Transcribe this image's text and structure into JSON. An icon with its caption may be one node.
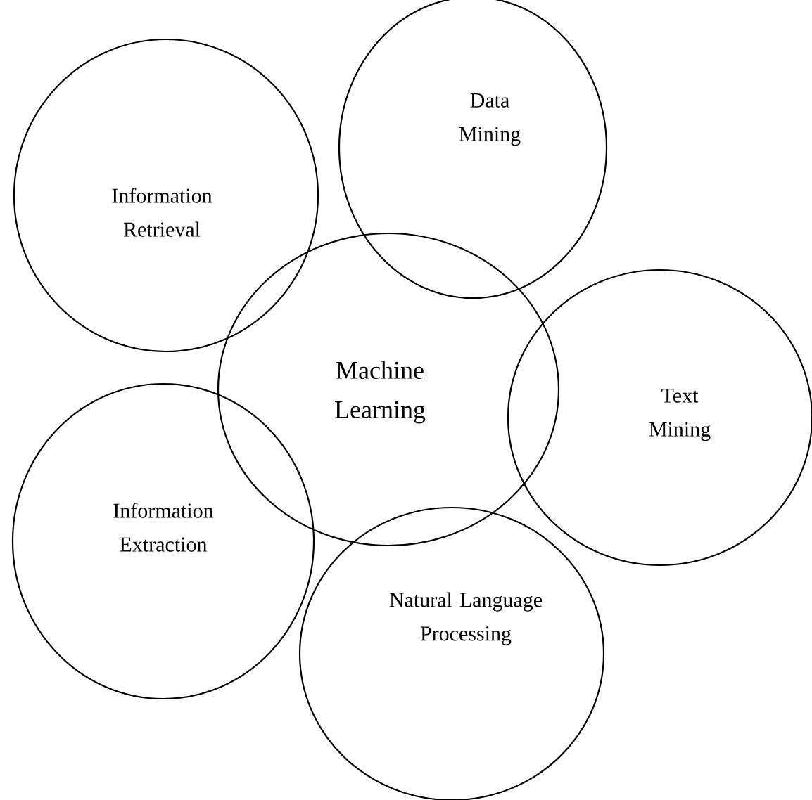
{
  "diagram": {
    "nodes": [
      {
        "text": [
          "Data Mining"
        ]
      },
      {
        "text": [
          "Information Retrieval"
        ]
      },
      {
        "text": [
          "Machine Learning"
        ]
      },
      {
        "text": [
          "Text Mining"
        ]
      },
      {
        "text": [
          "Information Extraction"
        ]
      },
      {
        "text": [
          "Natural Language Processing"
        ]
      }
    ]
  }
}
